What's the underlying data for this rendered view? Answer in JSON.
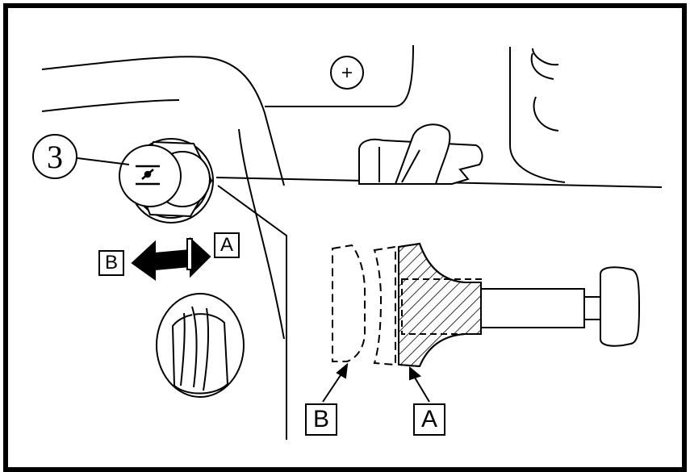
{
  "callout": {
    "number": "3"
  },
  "direction_labels": {
    "b": "B",
    "a": "A"
  },
  "detail_labels": {
    "b": "B",
    "a": "A"
  },
  "icons": {
    "plus": "plus-symbol-icon",
    "cap_symbol": "cap-symbol-icon"
  }
}
